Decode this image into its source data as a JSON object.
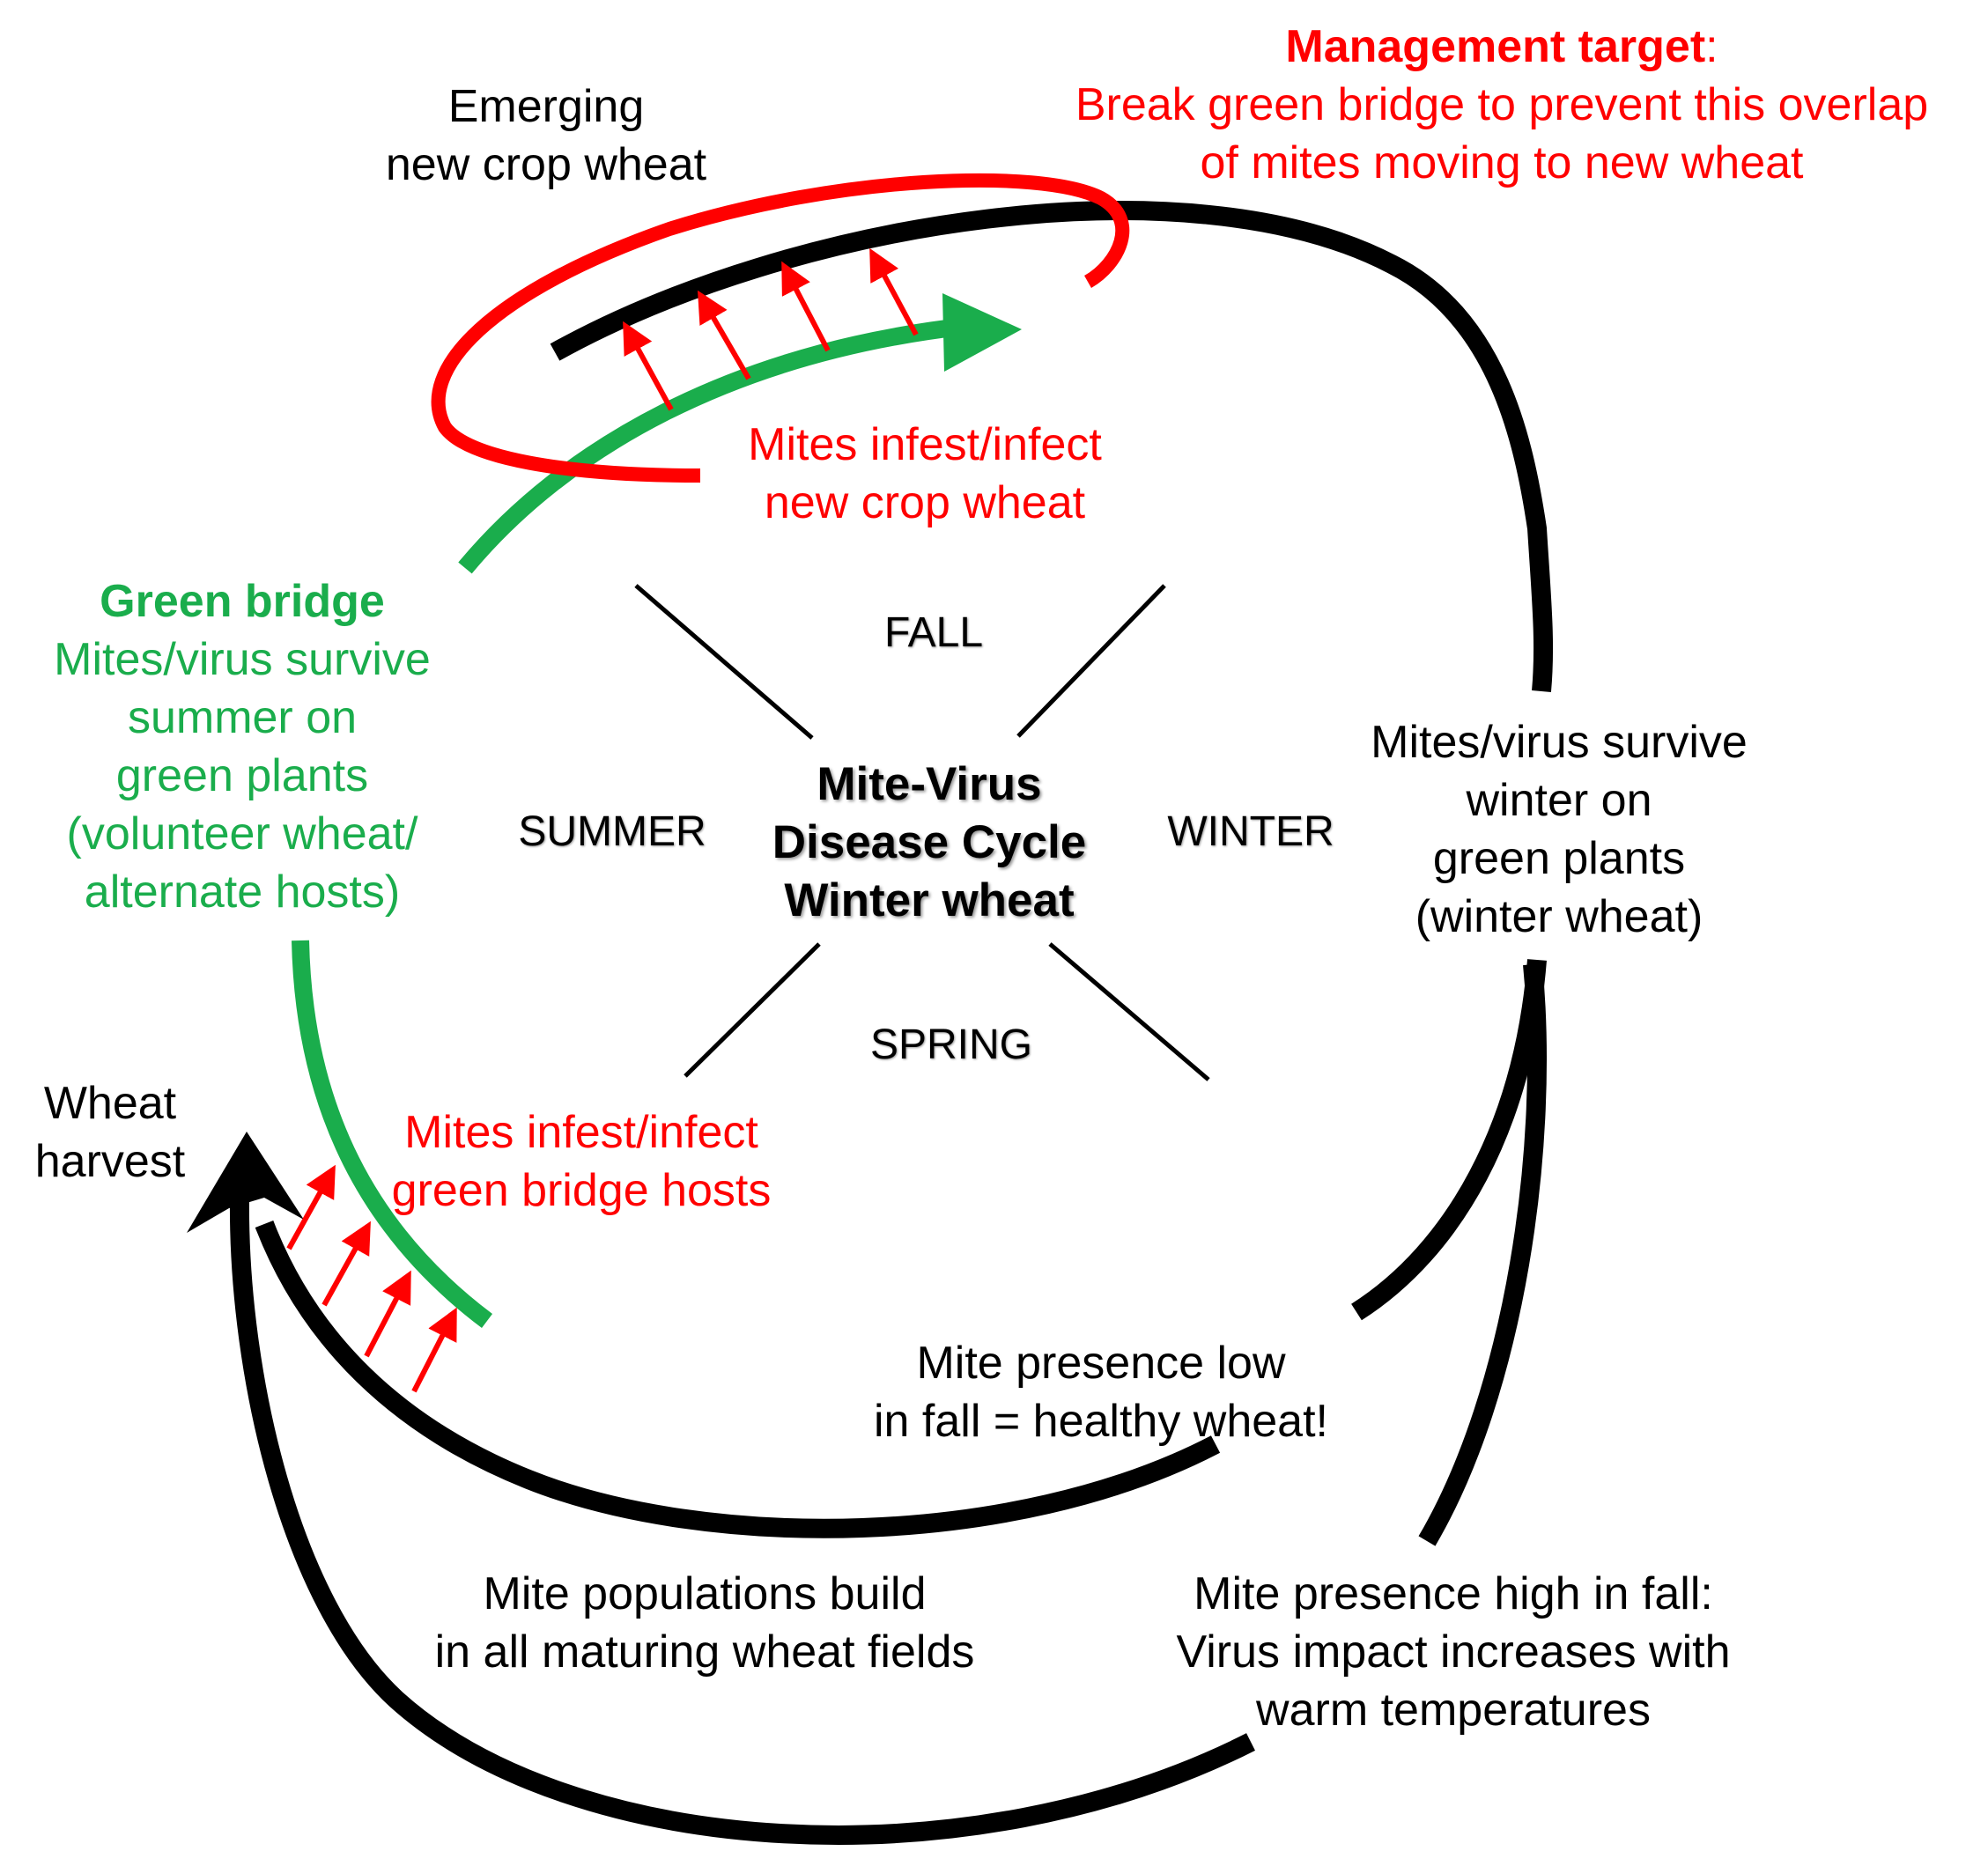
{
  "management": {
    "heading": "Management target",
    "heading_suffix": ":",
    "lines": [
      "Break green bridge to prevent this overlap",
      "of mites moving to new wheat"
    ]
  },
  "emerging": [
    "Emerging",
    "new crop wheat"
  ],
  "mites_new_crop": [
    "Mites infest/infect",
    "new crop wheat"
  ],
  "green_bridge": {
    "heading": "Green bridge",
    "lines": [
      "Mites/virus survive",
      "summer on",
      "green plants",
      "(volunteer wheat/",
      "alternate hosts)"
    ]
  },
  "seasons": {
    "fall": "FALL",
    "summer": "SUMMER",
    "winter": "WINTER",
    "spring": "SPRING"
  },
  "center": [
    "Mite-Virus",
    "Disease Cycle",
    "Winter wheat"
  ],
  "winter_survival": [
    "Mites/virus survive",
    "winter on",
    "green plants",
    "(winter wheat)"
  ],
  "harvest": [
    "Wheat",
    "harvest"
  ],
  "mites_green_bridge": [
    "Mites infest/infect",
    "green bridge hosts"
  ],
  "low_presence": [
    "Mite presence low",
    "in fall  = healthy wheat!"
  ],
  "populations": [
    "Mite populations build",
    "in all maturing wheat fields"
  ],
  "high_presence": [
    "Mite presence high in fall:",
    "Virus impact increases with",
    "warm temperatures"
  ],
  "colors": {
    "red": "#ff0000",
    "green": "#1aad4c",
    "black": "#000000"
  }
}
